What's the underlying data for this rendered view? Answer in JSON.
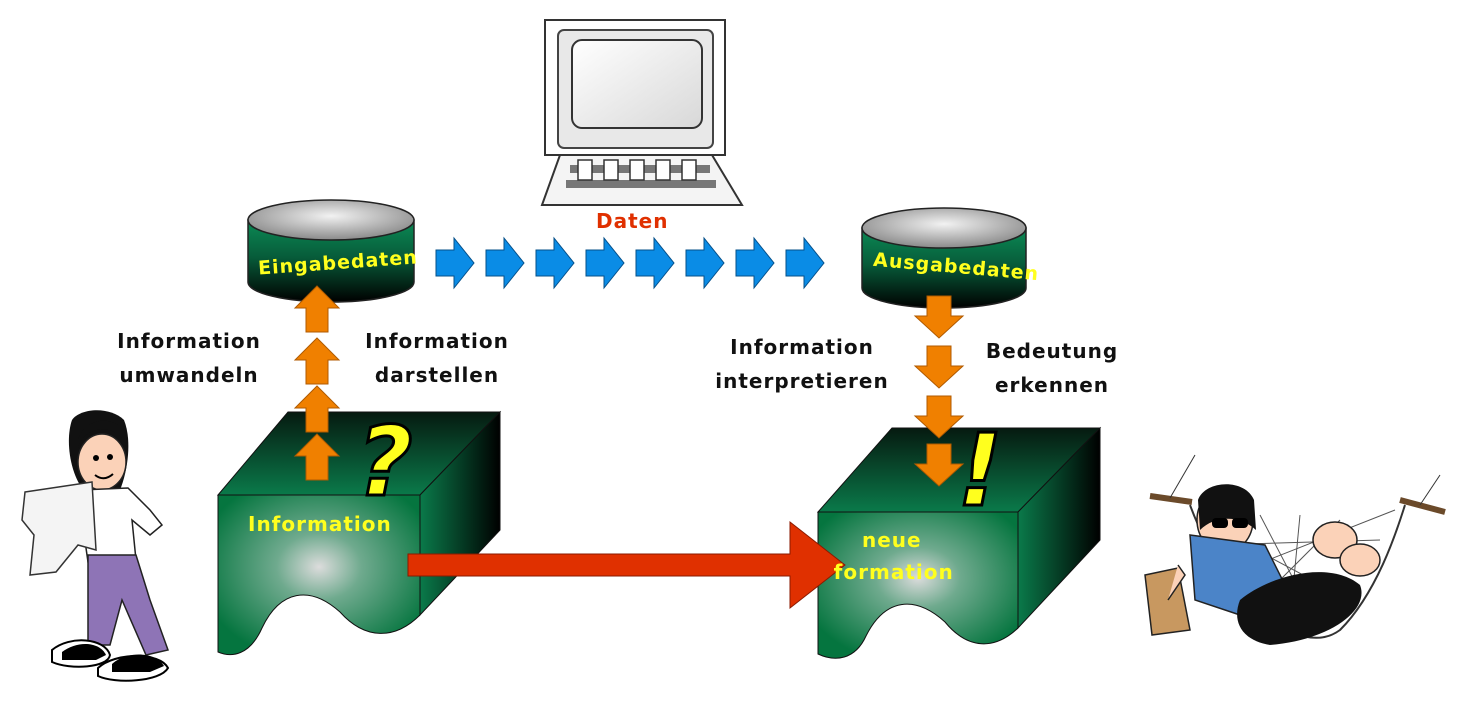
{
  "computer": {
    "label": "Daten",
    "icon": "computer-terminal-icon"
  },
  "input_db": {
    "label": "Eingabedaten",
    "icon": "database-cylinder-icon"
  },
  "output_db": {
    "label": "Ausgabedaten",
    "icon": "database-cylinder-icon"
  },
  "info_box": {
    "label": "Information",
    "symbol": "?"
  },
  "new_info_box": {
    "line1": "neue",
    "line2": "Information",
    "symbol": "!"
  },
  "left_labels": {
    "umwandeln_1": "Information",
    "umwandeln_2": "umwandeln",
    "darstellen_1": "Information",
    "darstellen_2": "darstellen"
  },
  "right_labels": {
    "interpretieren_1": "Information",
    "interpretieren_2": "interpretieren",
    "erkennen_1": "Bedeutung",
    "erkennen_2": "erkennen"
  },
  "people": {
    "left": "person-reading-paper-icon",
    "right": "person-in-hammock-icon"
  },
  "colors": {
    "green_dark": "#0a7a4a",
    "orange": "#f08000",
    "blue": "#0a8ce6",
    "red": "#e03000",
    "yellow": "#ffff1e",
    "daten_red": "#e03000"
  }
}
